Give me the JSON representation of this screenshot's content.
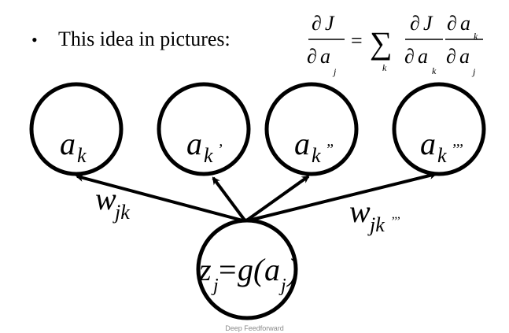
{
  "slide": {
    "bullet_char": "•",
    "bullet_text": "This idea in pictures:",
    "footer": "Deep Feedforward"
  },
  "equation": {
    "partial": "∂",
    "J": "J",
    "a": "a",
    "sub_j": "j",
    "sub_k": "k",
    "equals": "=",
    "sigma": "∑"
  },
  "nodes": {
    "a_k": {
      "var": "a",
      "sub": "k"
    },
    "a_k1": {
      "var": "a",
      "sub": "k",
      "prime": "’"
    },
    "a_k2": {
      "var": "a",
      "sub": "k",
      "prime": "”"
    },
    "a_k3": {
      "var": "a",
      "sub": "k",
      "prime": "’’’"
    },
    "z_j": {
      "z": "z",
      "sub_j": "j",
      "eq": "=",
      "g": "g(",
      "a": "a",
      "sub_a": "j",
      "close": ")"
    }
  },
  "edges": {
    "w_jk": {
      "var": "w",
      "sub": "jk"
    },
    "w_jk3": {
      "var": "w",
      "sub": "jk",
      "prime": "’’’"
    }
  },
  "colors": {
    "stroke": "#000000",
    "text": "#000000",
    "footer": "#8a8a8a"
  }
}
